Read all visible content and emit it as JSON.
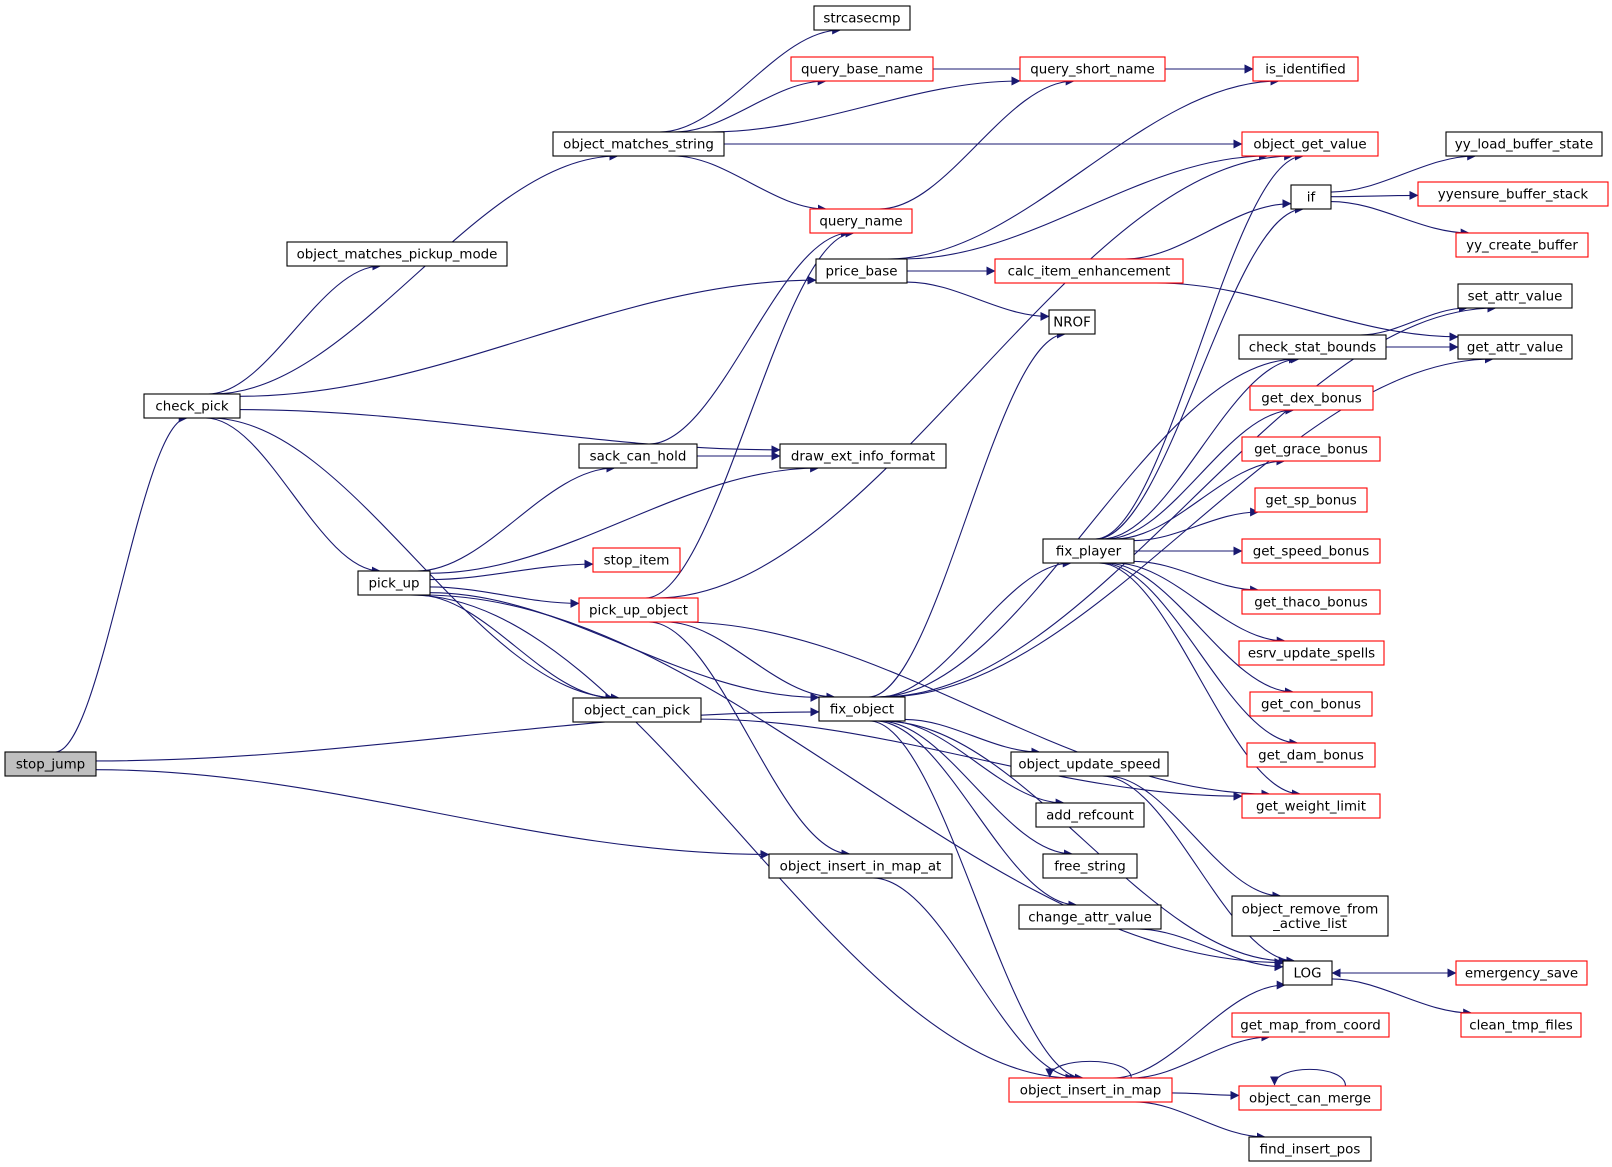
{
  "colors": {
    "edge": "#191970",
    "node_border": "#000000",
    "node_border_incomplete": "#ff0000",
    "node_fill": "#ffffff",
    "root_fill": "#bfbfbf"
  },
  "nodes": [
    {
      "id": "stop_jump",
      "label": "stop_jump",
      "root": true
    },
    {
      "id": "check_pick",
      "label": "check_pick"
    },
    {
      "id": "object_matches_pickup_mode",
      "label": "object_matches_pickup_mode"
    },
    {
      "id": "object_matches_string",
      "label": "object_matches_string"
    },
    {
      "id": "strcasecmp",
      "label": "strcasecmp"
    },
    {
      "id": "query_base_name",
      "label": "query_base_name",
      "incomplete": true
    },
    {
      "id": "query_short_name",
      "label": "query_short_name",
      "incomplete": true
    },
    {
      "id": "is_identified",
      "label": "is_identified",
      "incomplete": true
    },
    {
      "id": "object_get_value",
      "label": "object_get_value",
      "incomplete": true
    },
    {
      "id": "query_name",
      "label": "query_name",
      "incomplete": true
    },
    {
      "id": "price_base",
      "label": "price_base"
    },
    {
      "id": "calc_item_enhancement",
      "label": "calc_item_enhancement",
      "incomplete": true
    },
    {
      "id": "NROF",
      "label": "NROF"
    },
    {
      "id": "if",
      "label": "if"
    },
    {
      "id": "yy_load_buffer_state",
      "label": "yy_load_buffer_state"
    },
    {
      "id": "yyensure_buffer_stack",
      "label": "yyensure_buffer_stack",
      "incomplete": true
    },
    {
      "id": "yy_create_buffer",
      "label": "yy_create_buffer",
      "incomplete": true
    },
    {
      "id": "set_attr_value",
      "label": "set_attr_value"
    },
    {
      "id": "get_attr_value",
      "label": "get_attr_value"
    },
    {
      "id": "check_stat_bounds",
      "label": "check_stat_bounds"
    },
    {
      "id": "get_dex_bonus",
      "label": "get_dex_bonus",
      "incomplete": true
    },
    {
      "id": "get_grace_bonus",
      "label": "get_grace_bonus",
      "incomplete": true
    },
    {
      "id": "get_sp_bonus",
      "label": "get_sp_bonus",
      "incomplete": true
    },
    {
      "id": "get_speed_bonus",
      "label": "get_speed_bonus",
      "incomplete": true
    },
    {
      "id": "get_thaco_bonus",
      "label": "get_thaco_bonus",
      "incomplete": true
    },
    {
      "id": "esrv_update_spells",
      "label": "esrv_update_spells",
      "incomplete": true
    },
    {
      "id": "get_con_bonus",
      "label": "get_con_bonus",
      "incomplete": true
    },
    {
      "id": "get_dam_bonus",
      "label": "get_dam_bonus",
      "incomplete": true
    },
    {
      "id": "get_weight_limit",
      "label": "get_weight_limit",
      "incomplete": true
    },
    {
      "id": "sack_can_hold",
      "label": "sack_can_hold"
    },
    {
      "id": "draw_ext_info_format",
      "label": "draw_ext_info_format"
    },
    {
      "id": "pick_up",
      "label": "pick_up"
    },
    {
      "id": "stop_item",
      "label": "stop_item",
      "incomplete": true
    },
    {
      "id": "pick_up_object",
      "label": "pick_up_object",
      "incomplete": true
    },
    {
      "id": "fix_player",
      "label": "fix_player"
    },
    {
      "id": "object_can_pick",
      "label": "object_can_pick"
    },
    {
      "id": "fix_object",
      "label": "fix_object"
    },
    {
      "id": "object_update_speed",
      "label": "object_update_speed"
    },
    {
      "id": "add_refcount",
      "label": "add_refcount"
    },
    {
      "id": "free_string",
      "label": "free_string"
    },
    {
      "id": "object_insert_in_map_at",
      "label": "object_insert_in_map_at"
    },
    {
      "id": "change_attr_value",
      "label": "change_attr_value"
    },
    {
      "id": "object_remove_from_active_list",
      "label": "object_remove_from\n_active_list"
    },
    {
      "id": "LOG",
      "label": "LOG"
    },
    {
      "id": "emergency_save",
      "label": "emergency_save",
      "incomplete": true
    },
    {
      "id": "clean_tmp_files",
      "label": "clean_tmp_files",
      "incomplete": true
    },
    {
      "id": "get_map_from_coord",
      "label": "get_map_from_coord",
      "incomplete": true
    },
    {
      "id": "object_insert_in_map",
      "label": "object_insert_in_map",
      "incomplete": true
    },
    {
      "id": "object_can_merge",
      "label": "object_can_merge",
      "incomplete": true
    },
    {
      "id": "find_insert_pos",
      "label": "find_insert_pos"
    }
  ],
  "edges": [
    [
      "stop_jump",
      "check_pick"
    ],
    [
      "stop_jump",
      "fix_object"
    ],
    [
      "stop_jump",
      "object_insert_in_map_at"
    ],
    [
      "check_pick",
      "object_matches_pickup_mode"
    ],
    [
      "check_pick",
      "object_matches_string"
    ],
    [
      "check_pick",
      "price_base"
    ],
    [
      "check_pick",
      "draw_ext_info_format"
    ],
    [
      "check_pick",
      "pick_up"
    ],
    [
      "check_pick",
      "object_can_pick"
    ],
    [
      "object_matches_string",
      "strcasecmp"
    ],
    [
      "object_matches_string",
      "query_base_name"
    ],
    [
      "object_matches_string",
      "query_short_name"
    ],
    [
      "object_matches_string",
      "object_get_value"
    ],
    [
      "object_matches_string",
      "query_name"
    ],
    [
      "query_base_name",
      "is_identified"
    ],
    [
      "query_short_name",
      "is_identified"
    ],
    [
      "query_name",
      "query_short_name"
    ],
    [
      "price_base",
      "is_identified"
    ],
    [
      "price_base",
      "object_get_value"
    ],
    [
      "price_base",
      "calc_item_enhancement"
    ],
    [
      "price_base",
      "NROF"
    ],
    [
      "calc_item_enhancement",
      "if"
    ],
    [
      "calc_item_enhancement",
      "get_attr_value"
    ],
    [
      "if",
      "yy_load_buffer_state"
    ],
    [
      "if",
      "yyensure_buffer_stack"
    ],
    [
      "if",
      "yy_create_buffer"
    ],
    [
      "check_stat_bounds",
      "set_attr_value"
    ],
    [
      "check_stat_bounds",
      "get_attr_value"
    ],
    [
      "sack_can_hold",
      "query_name"
    ],
    [
      "sack_can_hold",
      "draw_ext_info_format"
    ],
    [
      "pick_up",
      "sack_can_hold"
    ],
    [
      "pick_up",
      "draw_ext_info_format"
    ],
    [
      "pick_up",
      "stop_item"
    ],
    [
      "pick_up",
      "pick_up_object"
    ],
    [
      "pick_up",
      "object_can_pick"
    ],
    [
      "pick_up",
      "fix_object"
    ],
    [
      "pick_up",
      "LOG"
    ],
    [
      "pick_up",
      "object_insert_in_map"
    ],
    [
      "pick_up_object",
      "query_name"
    ],
    [
      "pick_up_object",
      "object_get_value"
    ],
    [
      "pick_up_object",
      "fix_object"
    ],
    [
      "pick_up_object",
      "get_weight_limit"
    ],
    [
      "pick_up_object",
      "object_insert_in_map_at"
    ],
    [
      "object_can_pick",
      "get_weight_limit"
    ],
    [
      "fix_object",
      "NROF"
    ],
    [
      "fix_object",
      "set_attr_value"
    ],
    [
      "fix_object",
      "check_stat_bounds"
    ],
    [
      "fix_object",
      "fix_player"
    ],
    [
      "fix_object",
      "get_attr_value"
    ],
    [
      "fix_object",
      "object_update_speed"
    ],
    [
      "fix_object",
      "add_refcount"
    ],
    [
      "fix_object",
      "free_string"
    ],
    [
      "fix_object",
      "change_attr_value"
    ],
    [
      "fix_object",
      "LOG"
    ],
    [
      "fix_object",
      "object_insert_in_map"
    ],
    [
      "fix_player",
      "object_get_value"
    ],
    [
      "fix_player",
      "if"
    ],
    [
      "fix_player",
      "check_stat_bounds"
    ],
    [
      "fix_player",
      "get_dex_bonus"
    ],
    [
      "fix_player",
      "get_grace_bonus"
    ],
    [
      "fix_player",
      "get_sp_bonus"
    ],
    [
      "fix_player",
      "get_speed_bonus"
    ],
    [
      "fix_player",
      "get_thaco_bonus"
    ],
    [
      "fix_player",
      "esrv_update_spells"
    ],
    [
      "fix_player",
      "get_con_bonus"
    ],
    [
      "fix_player",
      "get_dam_bonus"
    ],
    [
      "fix_player",
      "get_weight_limit"
    ],
    [
      "object_update_speed",
      "object_remove_from_active_list"
    ],
    [
      "object_update_speed",
      "LOG"
    ],
    [
      "change_attr_value",
      "LOG"
    ],
    [
      "object_insert_in_map_at",
      "object_insert_in_map"
    ],
    [
      "LOG",
      "emergency_save"
    ],
    [
      "LOG",
      "clean_tmp_files"
    ],
    [
      "emergency_save",
      "LOG"
    ],
    [
      "object_insert_in_map",
      "LOG"
    ],
    [
      "object_insert_in_map",
      "get_map_from_coord"
    ],
    [
      "object_insert_in_map",
      "object_can_merge"
    ],
    [
      "object_insert_in_map",
      "find_insert_pos"
    ],
    [
      "object_insert_in_map",
      "object_insert_in_map"
    ],
    [
      "object_can_merge",
      "object_can_merge"
    ]
  ]
}
